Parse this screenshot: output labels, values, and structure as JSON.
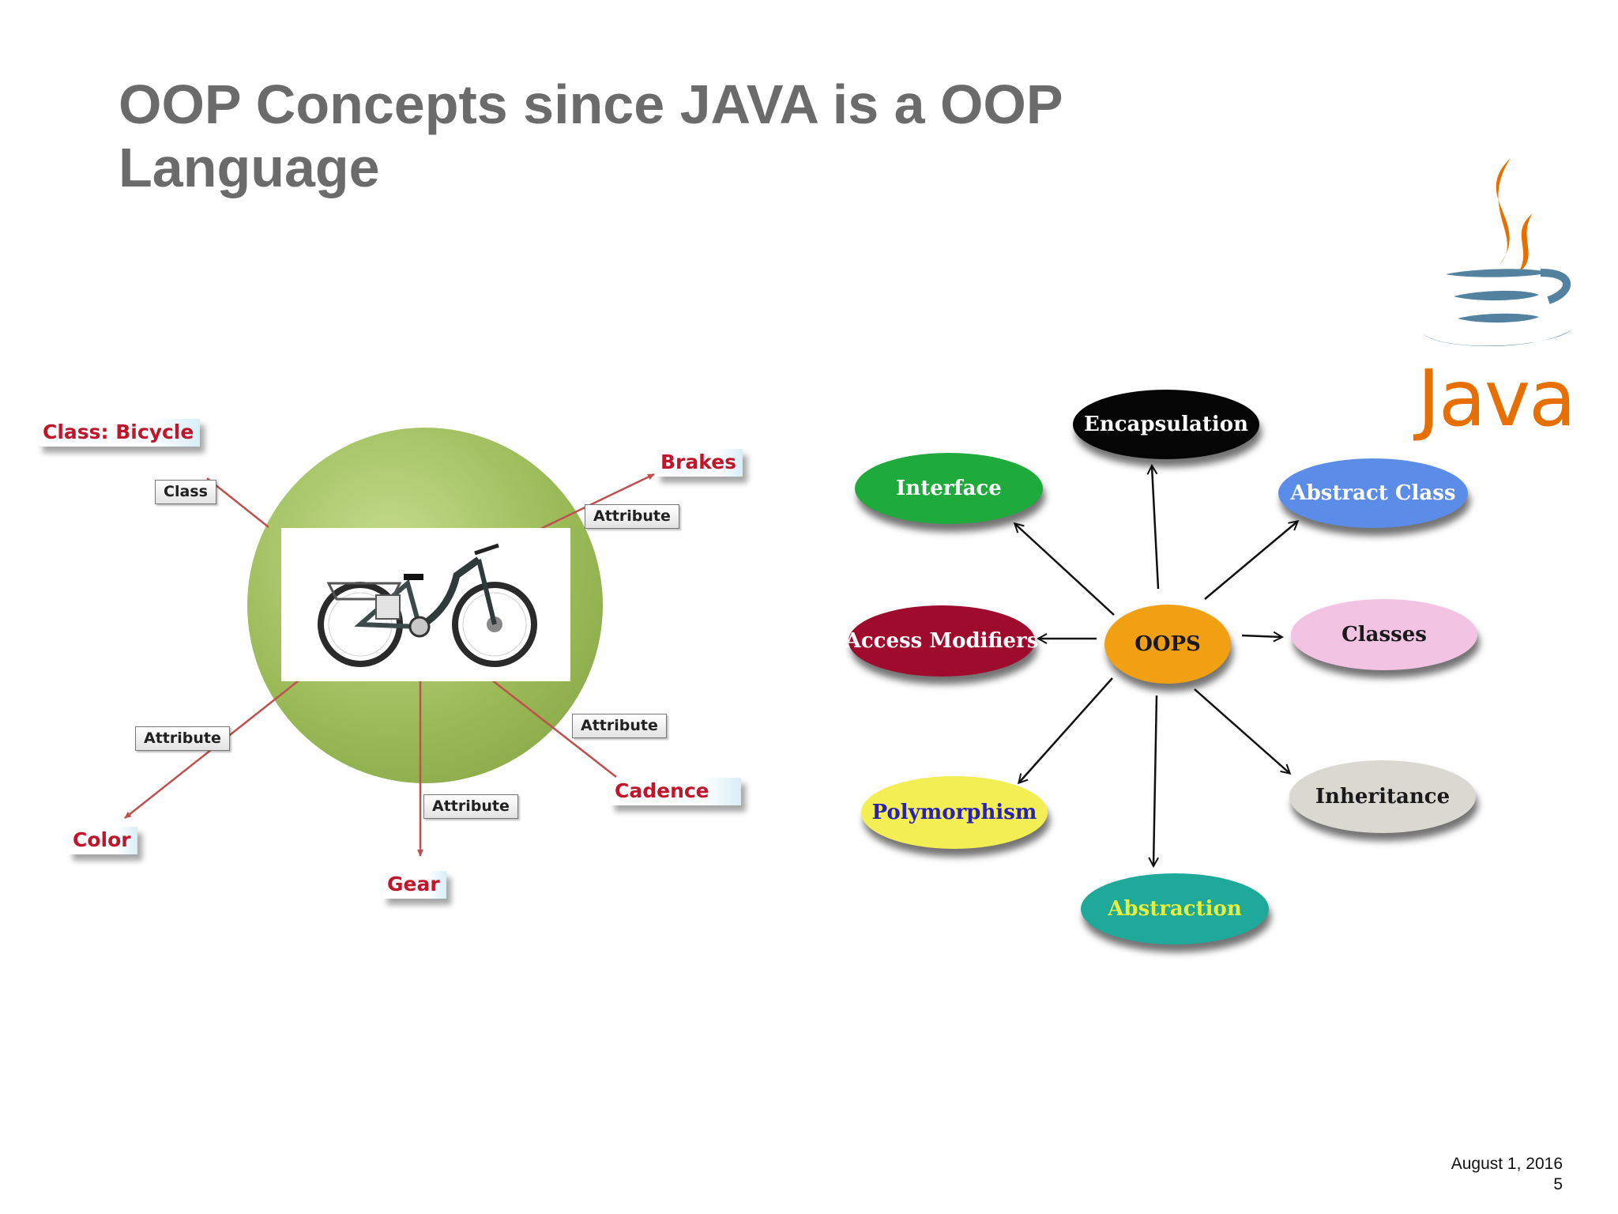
{
  "title": {
    "line1": "OOP Concepts since JAVA is a OOP",
    "line2": "Language"
  },
  "bicycle_diagram": {
    "class_label": "Class: Bicycle",
    "class_tag": "Class",
    "properties": [
      "Brakes",
      "Cadence",
      "Gear",
      "Color"
    ],
    "attribute_tag": "Attribute",
    "colors": {
      "label_text": "#c0162b",
      "circle": "#9bbb59",
      "arrow": "#c0504d"
    }
  },
  "oops_diagram": {
    "center": "OOPS",
    "nodes": {
      "encapsulation": "Encapsulation",
      "interface": "Interface",
      "abstract_class": "Abstract Class",
      "access_modifiers": "Access Modifiers",
      "classes": "Classes",
      "polymorphism": "Polymorphism",
      "inheritance": "Inheritance",
      "abstraction": "Abstraction"
    },
    "colors": {
      "center": "#f0a012",
      "encapsulation": "#050505",
      "interface": "#1faa3c",
      "abstract_class": "#5b8de8",
      "access_modifiers": "#9e0b2c",
      "classes": "#f3c3e4",
      "polymorphism": "#f4ee55",
      "inheritance": "#d9d9d2",
      "abstraction": "#1fa99b"
    }
  },
  "logo": {
    "text": "Java",
    "icon": "java-cup-icon",
    "colors": {
      "steam": "#e76f00",
      "cup": "#5382a1"
    }
  },
  "footer": {
    "date": "August 1, 2016",
    "page": "5"
  }
}
